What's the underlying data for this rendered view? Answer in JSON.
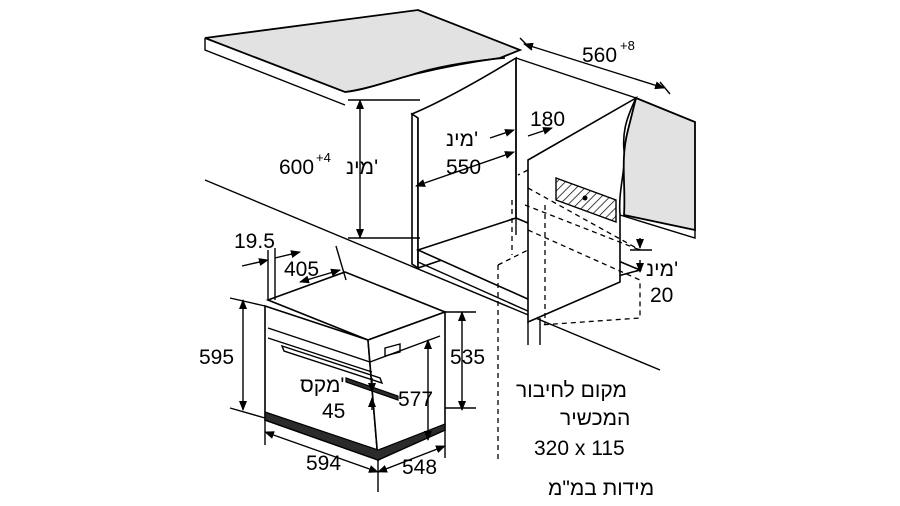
{
  "labels": {
    "depth_560": "560",
    "depth_560_tol": "+8",
    "height_600": "600",
    "height_600_tol": "+4",
    "height_600_min": "מינ'",
    "depth_550_min": "מינ'",
    "depth_550": "550",
    "gap_180": "180",
    "bottom_20_min": "מינ'",
    "bottom_20": "20",
    "oven_19_5": "19.5",
    "oven_405": "405",
    "oven_595": "595",
    "oven_535": "535",
    "oven_577": "577",
    "oven_594": "594",
    "oven_548": "548",
    "oven_max": "מקס'",
    "oven_45": "45",
    "connection_line1": "מקום לחיבור",
    "connection_line2": "המכשיר",
    "connection_line3": "320 x 115",
    "units": "מידות במ\"מ"
  }
}
